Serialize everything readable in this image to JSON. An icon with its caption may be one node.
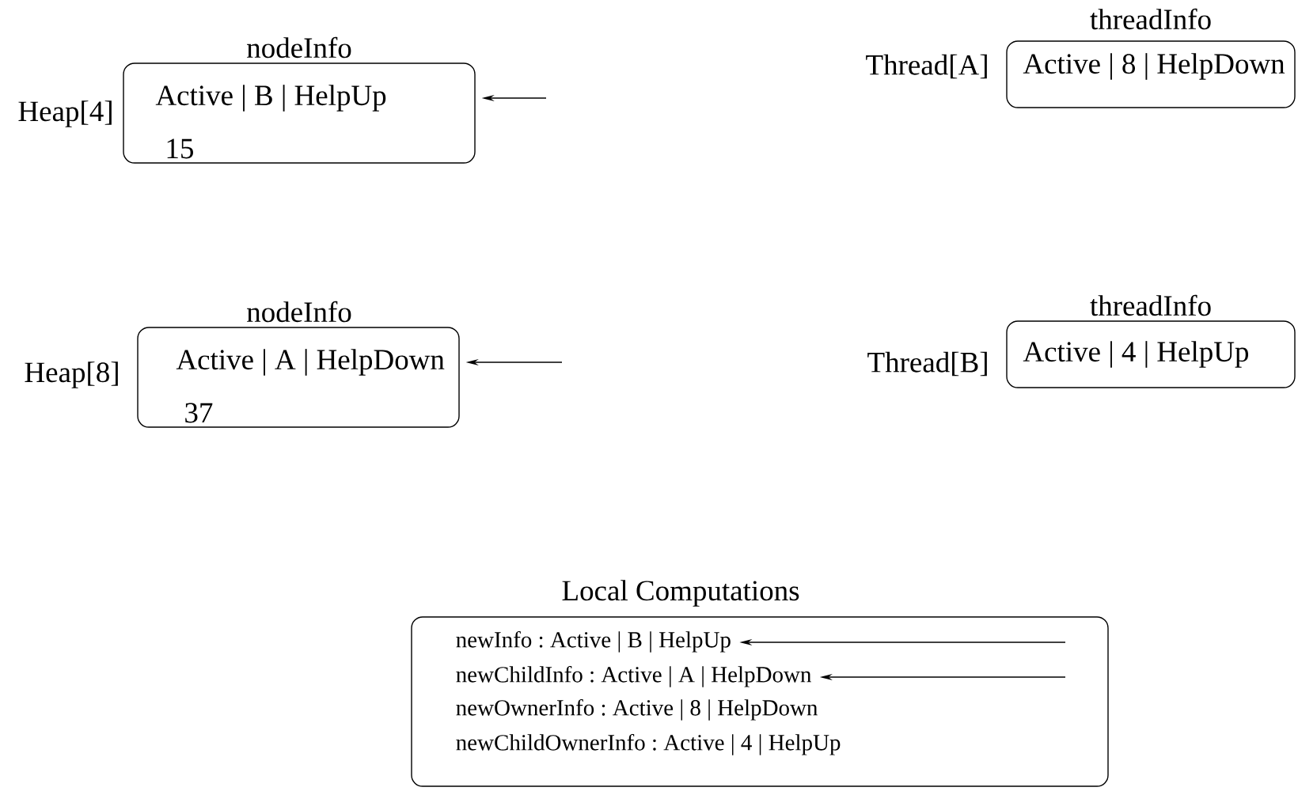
{
  "diagram": {
    "nodes": [
      {
        "text": [
          "nodeInfo",
          "Active | B | HelpUp",
          "15"
        ],
        "beside": [
          "Heap[4]"
        ]
      },
      {
        "text": [
          "threadInfo",
          "Active | 8 | HelpDown"
        ],
        "beside": [
          "Thread[A]"
        ]
      },
      {
        "text": [
          "nodeInfo",
          "Active | A | HelpDown",
          "37"
        ],
        "beside": [
          "Heap[8]"
        ]
      },
      {
        "text": [
          "threadInfo",
          "Active | 4 | HelpUp"
        ],
        "beside": [
          "Thread[B]"
        ]
      },
      {
        "text": [
          "Local Computations"
        ]
      },
      {
        "text": [
          "newInfo : Active | B | HelpUp"
        ],
        "in": 4
      },
      {
        "text": [
          "newChildInfo : Active | A | HelpDown"
        ],
        "in": 4
      },
      {
        "text": [
          "newOwnerInfo : Active | 8 | HelpDown"
        ],
        "in": 4
      },
      {
        "text": [
          "newChildOwnerInfo : Active | 4 | HelpUp"
        ],
        "in": 4
      }
    ],
    "edges": [
      {
        "from": null,
        "to": 0,
        "arrow": "to"
      },
      {
        "from": null,
        "to": 2,
        "arrow": "to"
      },
      {
        "from": null,
        "to": 5,
        "arrow": "to"
      },
      {
        "from": null,
        "to": 6,
        "arrow": "to"
      }
    ]
  }
}
